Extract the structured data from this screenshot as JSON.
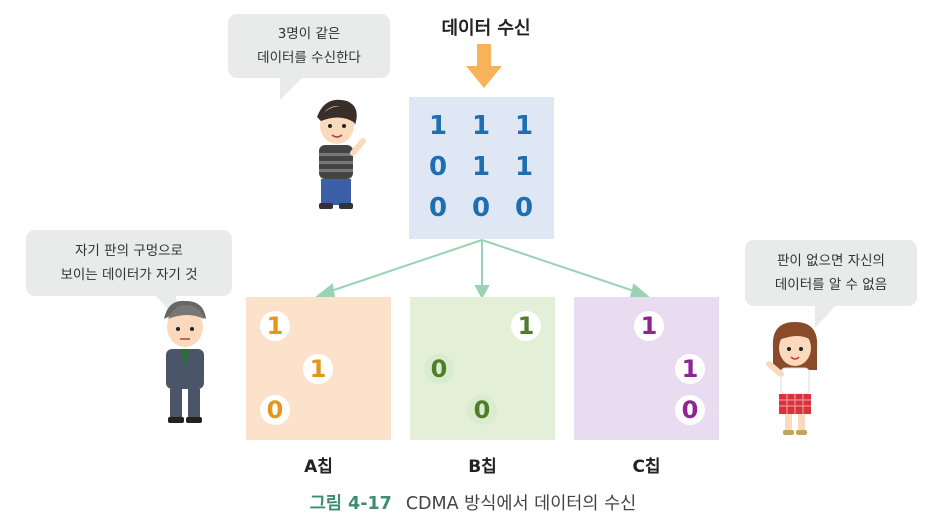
{
  "diagram": {
    "title": "데이터 수신",
    "matrix": [
      [
        "1",
        "1",
        "1"
      ],
      [
        "0",
        "1",
        "1"
      ],
      [
        "0",
        "0",
        "0"
      ]
    ],
    "chips": [
      {
        "label": "A칩",
        "digits": [
          "1",
          "1",
          "0"
        ]
      },
      {
        "label": "B칩",
        "digits": [
          "1",
          "0",
          "0"
        ]
      },
      {
        "label": "C칩",
        "digits": [
          "1",
          "1",
          "0"
        ]
      }
    ],
    "bubbles": {
      "top": [
        "3명이 같은",
        "데이터를 수신한다"
      ],
      "left": [
        "자기 판의 구멍으로",
        "보이는 데이터가 자기 것"
      ],
      "right": [
        "판이 없으면 자신의",
        "데이터를 알 수 없음"
      ]
    },
    "caption": {
      "figure": "그림 4-17",
      "text": "CDMA 방식에서 데이터의 수신"
    }
  },
  "colors": {
    "matrix_bg": "#dfe7f4",
    "matrix_digit": "#1d6fb1",
    "chip_a": "#fde2cb",
    "chip_b": "#e3f0d7",
    "chip_c": "#eadcf0",
    "arrow": "#f6b35a",
    "links": "#9bd2b3"
  }
}
